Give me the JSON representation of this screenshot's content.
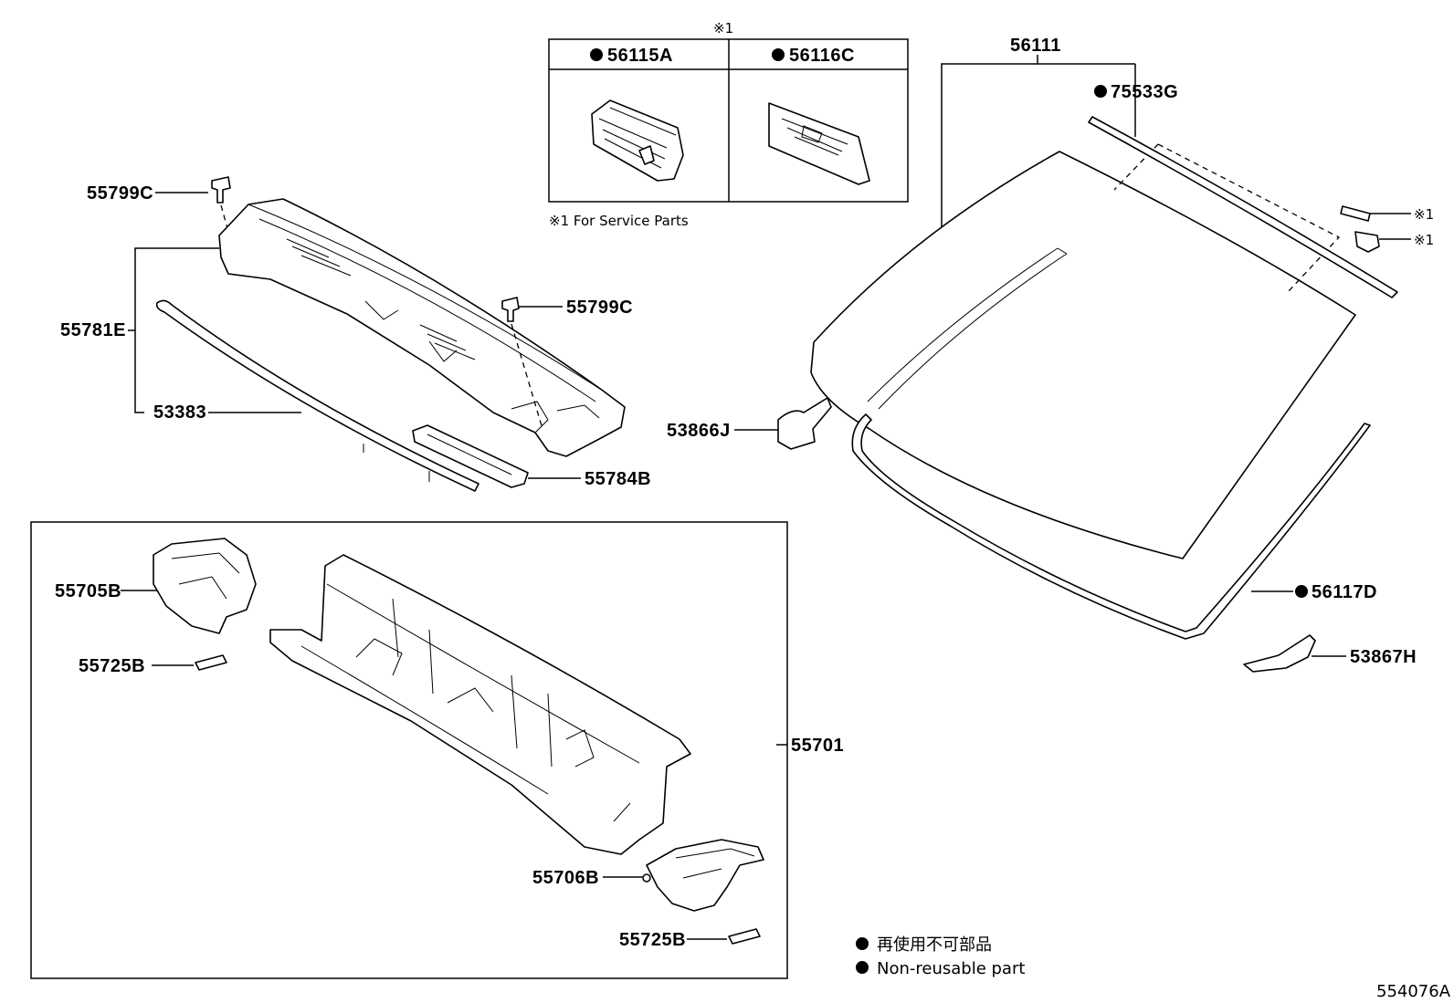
{
  "service_box": {
    "header": "※1",
    "col_left": "56115A",
    "col_right": "56116C",
    "note": "※1  For Service Parts"
  },
  "labels": {
    "p56111": "56111",
    "p75533G": "75533G",
    "p55799C_top": "55799C",
    "p55799C_mid": "55799C",
    "p55781E": "55781E",
    "p53383": "53383",
    "p55784B": "55784B",
    "p53866J": "53866J",
    "p56117D": "56117D",
    "p53867H": "53867H",
    "mark1_a": "※1",
    "mark1_b": "※1",
    "p55705B": "55705B",
    "p55725B_top": "55725B",
    "p55701": "55701",
    "p55706B": "55706B",
    "p55725B_bottom": "55725B"
  },
  "legend": {
    "line1": "再使用不可部品",
    "line2": "Non-reusable part"
  },
  "diagram_id": "554076A"
}
